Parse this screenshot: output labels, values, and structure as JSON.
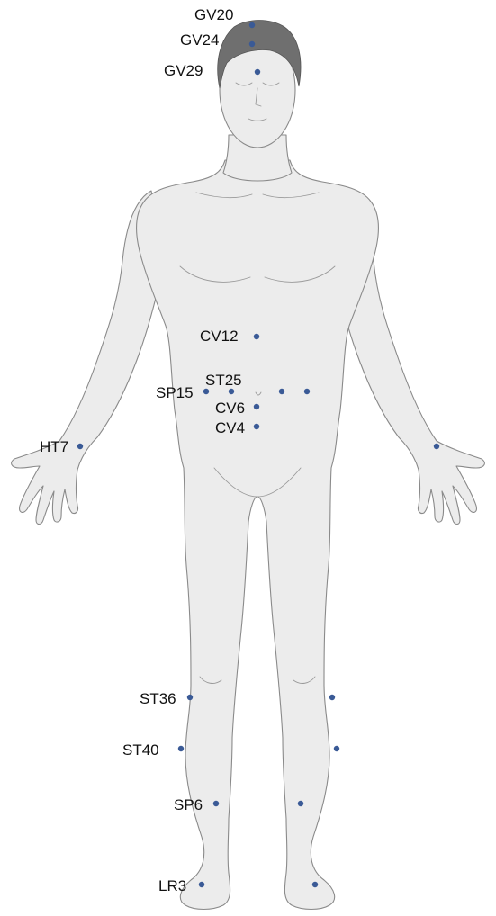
{
  "diagram": {
    "points": [
      {
        "name": "GV20",
        "label": "GV20"
      },
      {
        "name": "GV24",
        "label": "GV24"
      },
      {
        "name": "GV29",
        "label": "GV29"
      },
      {
        "name": "CV12",
        "label": "CV12"
      },
      {
        "name": "ST25",
        "label": "ST25"
      },
      {
        "name": "SP15",
        "label": "SP15"
      },
      {
        "name": "CV6",
        "label": "CV6"
      },
      {
        "name": "CV4",
        "label": "CV4"
      },
      {
        "name": "HT7",
        "label": "HT7"
      },
      {
        "name": "ST36",
        "label": "ST36"
      },
      {
        "name": "ST40",
        "label": "ST40"
      },
      {
        "name": "SP6",
        "label": "SP6"
      },
      {
        "name": "LR3",
        "label": "LR3"
      }
    ],
    "point_color": "#3a5a96"
  }
}
